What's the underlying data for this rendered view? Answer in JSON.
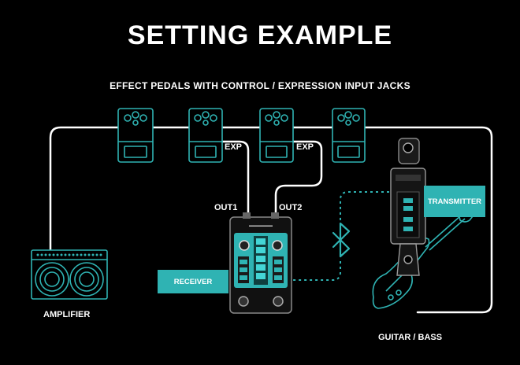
{
  "title": "SETTING EXAMPLE",
  "subtitle": "EFFECT PEDALS WITH CONTROL / EXPRESSION INPUT JACKS",
  "labels": {
    "exp1": "EXP",
    "exp2": "EXP",
    "out1": "OUT1",
    "out2": "OUT2",
    "amplifier": "AMPLIFIER",
    "guitar": "GUITAR / BASS"
  },
  "badges": {
    "receiver": "RECEIVER",
    "transmitter": "TRANSMITTER"
  },
  "colors": {
    "background": "#000000",
    "outline": "#2fb3b3",
    "cable": "#ffffff",
    "accent": "#2fb3b3"
  },
  "icons": [
    "bluetooth-icon"
  ]
}
